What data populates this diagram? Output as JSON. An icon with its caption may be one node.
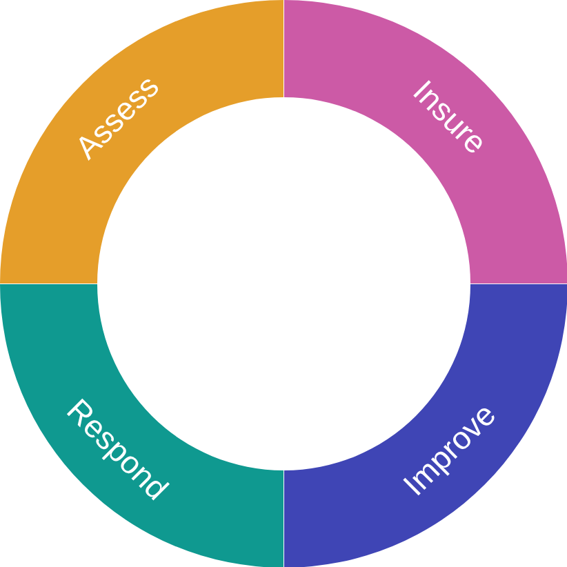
{
  "diagram": {
    "nodes": [
      {
        "text": [
          "Assess"
        ]
      },
      {
        "text": [
          "Insure"
        ]
      },
      {
        "text": [
          "Respond"
        ]
      },
      {
        "text": [
          "Improve"
        ]
      }
    ]
  }
}
